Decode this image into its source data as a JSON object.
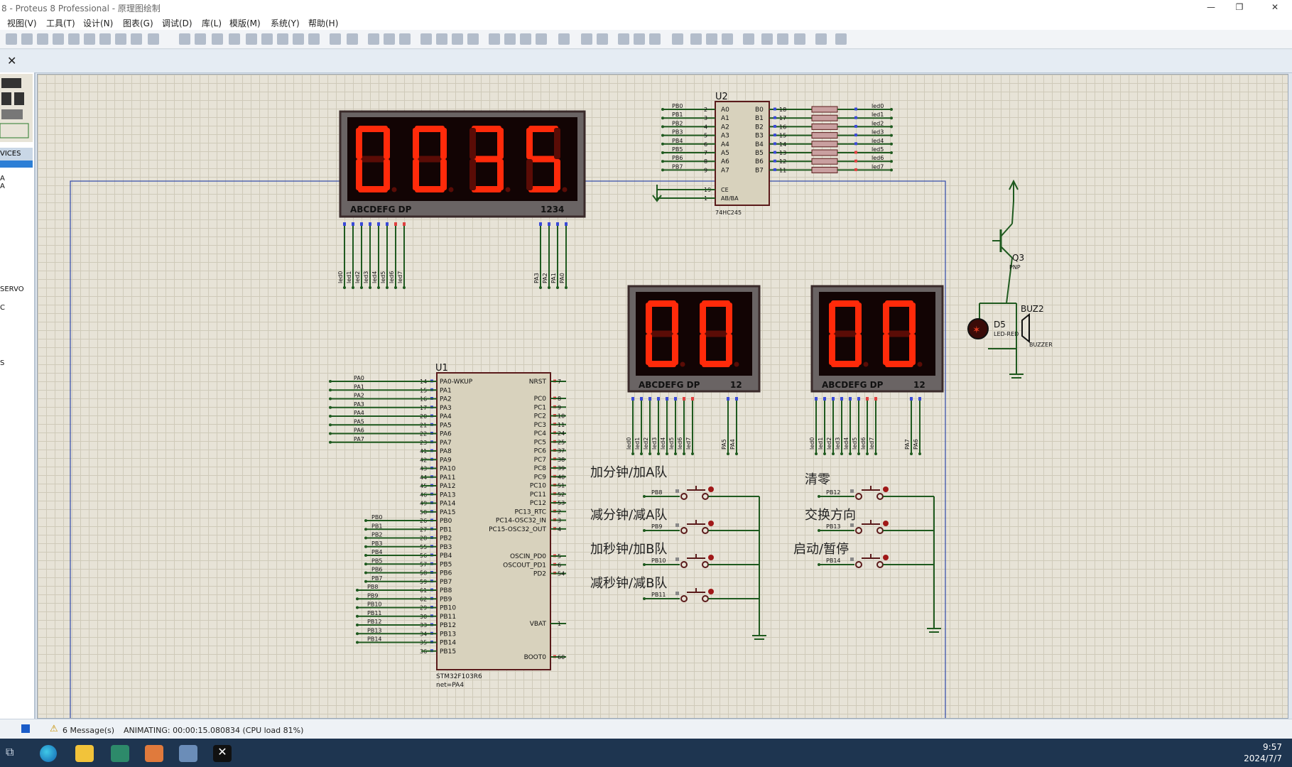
{
  "window": {
    "title": "8 - Proteus 8 Professional - 原理图绘制",
    "min_glyph": "—",
    "max_glyph": "❐",
    "close_glyph": "✕"
  },
  "menu": [
    "视图(V)",
    "工具(T)",
    "设计(N)",
    "图表(G)",
    "调试(D)",
    "库(L)",
    "模版(M)",
    "系统(Y)",
    "帮助(H)"
  ],
  "left_panel": {
    "header": "VICES",
    "items": [
      "A",
      "A",
      "SERVO",
      "C",
      "S"
    ]
  },
  "schematic": {
    "display_main": {
      "digits": "0035",
      "label_segments": "ABCDEFG  DP",
      "label_digits": "1234",
      "pins_left": [
        "led0",
        "led1",
        "led2",
        "led3",
        "led4",
        "led5",
        "led6",
        "led7"
      ],
      "pins_right": [
        "PA3",
        "PA2",
        "PA1",
        "PA0"
      ]
    },
    "display_a": {
      "digits": "00",
      "label_segments": "ABCDEFG  DP",
      "label_digits": "12",
      "pins_left": [
        "led0",
        "led1",
        "led2",
        "led3",
        "led4",
        "led5",
        "led6",
        "led7"
      ],
      "pins_right": [
        "PA5",
        "PA4"
      ]
    },
    "display_b": {
      "digits": "00",
      "label_segments": "ABCDEFG  DP",
      "label_digits": "12",
      "pins_left": [
        "led0",
        "led1",
        "led2",
        "led3",
        "led4",
        "led5",
        "led6",
        "led7"
      ],
      "pins_right": [
        "PA7",
        "PA6"
      ]
    },
    "u2": {
      "ref": "U2",
      "part": "74HC245",
      "a_pins": [
        "A0",
        "A1",
        "A2",
        "A3",
        "A4",
        "A5",
        "A6",
        "A7"
      ],
      "b_pins": [
        "B0",
        "B1",
        "B2",
        "B3",
        "B4",
        "B5",
        "B6",
        "B7"
      ],
      "left_nets": [
        "PB0",
        "PB1",
        "PB2",
        "PB3",
        "PB4",
        "PB5",
        "PB6",
        "PB7"
      ],
      "left_nums": [
        "2",
        "3",
        "4",
        "5",
        "6",
        "7",
        "8",
        "9"
      ],
      "right_nums": [
        "18",
        "17",
        "16",
        "15",
        "14",
        "13",
        "12",
        "11"
      ],
      "right_nets": [
        "led0",
        "led1",
        "led2",
        "led3",
        "led4",
        "led5",
        "led6",
        "led7"
      ],
      "ctrl_pins": [
        "CE",
        "AB/BA"
      ],
      "ctrl_nums": [
        "19",
        "1"
      ]
    },
    "u1": {
      "ref": "U1",
      "part": "STM32F103R6",
      "net": "net=PA4",
      "left_pins": [
        "PA0-WKUP",
        "PA1",
        "PA2",
        "PA3",
        "PA4",
        "PA5",
        "PA6",
        "PA7",
        "PA8",
        "PA9",
        "PA10",
        "PA11",
        "PA12",
        "PA13",
        "PA14",
        "PA15",
        "PB0",
        "PB1",
        "PB2",
        "PB3",
        "PB4",
        "PB5",
        "PB6",
        "PB7",
        "PB8",
        "PB9",
        "PB10",
        "PB11",
        "PB12",
        "PB13",
        "PB14",
        "PB15"
      ],
      "left_nums": [
        "14",
        "15",
        "16",
        "17",
        "20",
        "21",
        "22",
        "23",
        "41",
        "42",
        "43",
        "44",
        "45",
        "46",
        "49",
        "50",
        "26",
        "27",
        "28",
        "55",
        "56",
        "57",
        "58",
        "59",
        "61",
        "62",
        "29",
        "30",
        "33",
        "34",
        "35",
        "36"
      ],
      "left_nets": [
        "PA0",
        "PA1",
        "PA2",
        "PA3",
        "PA4",
        "PA5",
        "PA6",
        "PA7",
        "",
        "",
        "",
        "",
        "",
        "",
        "",
        "",
        "PB0",
        "PB1",
        "PB2",
        "PB3",
        "PB4",
        "PB5",
        "PB6",
        "PB7",
        "PB8",
        "PB9",
        "PB10",
        "PB11",
        "PB12",
        "PB13",
        "PB14",
        ""
      ],
      "right_pins": [
        {
          "name": "NRST",
          "num": "7"
        },
        {
          "name": "PC0",
          "num": "8"
        },
        {
          "name": "PC1",
          "num": "9"
        },
        {
          "name": "PC2",
          "num": "10"
        },
        {
          "name": "PC3",
          "num": "11"
        },
        {
          "name": "PC4",
          "num": "24"
        },
        {
          "name": "PC5",
          "num": "25"
        },
        {
          "name": "PC6",
          "num": "37"
        },
        {
          "name": "PC7",
          "num": "38"
        },
        {
          "name": "PC8",
          "num": "39"
        },
        {
          "name": "PC9",
          "num": "40"
        },
        {
          "name": "PC10",
          "num": "51"
        },
        {
          "name": "PC11",
          "num": "52"
        },
        {
          "name": "PC12",
          "num": "53"
        },
        {
          "name": "PC13_RTC",
          "num": "2"
        },
        {
          "name": "PC14-OSC32_IN",
          "num": "3"
        },
        {
          "name": "PC15-OSC32_OUT",
          "num": "4"
        },
        {
          "name": "OSCIN_PD0",
          "num": "5"
        },
        {
          "name": "OSCOUT_PD1",
          "num": "6"
        },
        {
          "name": "PD2",
          "num": "54"
        },
        {
          "name": "VBAT",
          "num": "1"
        },
        {
          "name": "BOOT0",
          "num": "60"
        }
      ]
    },
    "buttons": [
      {
        "label": "加分钟/加A队",
        "net": "PB8"
      },
      {
        "label": "减分钟/减A队",
        "net": "PB9"
      },
      {
        "label": "加秒钟/加B队",
        "net": "PB10"
      },
      {
        "label": "减秒钟/减B队",
        "net": "PB11"
      },
      {
        "label": "清零",
        "net": "PB12"
      },
      {
        "label": "交换方向",
        "net": "PB13"
      },
      {
        "label": "启动/暂停",
        "net": "PB14"
      }
    ],
    "q3": {
      "ref": "Q3",
      "part": "PNP"
    },
    "d5": {
      "ref": "D5",
      "part": "LED-RED"
    },
    "buz2": {
      "ref": "BUZ2",
      "part": "BUZZER"
    }
  },
  "status": {
    "messages": "6 Message(s)",
    "animating": "ANIMATING: 00:00:15.080834 (CPU load 81%)"
  },
  "taskbar": {
    "time": "9:57",
    "date": "2024/7/7"
  },
  "colors": {
    "seg_on": "#ff2a0a",
    "seg_off": "#5a0c06",
    "wire": "#1f5a1f",
    "frame": "#3048a8"
  }
}
